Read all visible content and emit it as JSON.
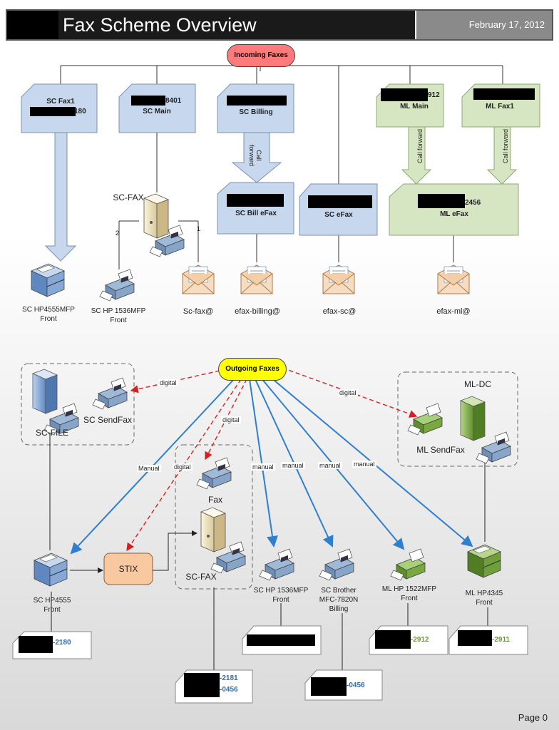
{
  "header": {
    "title": "Fax Scheme Overview",
    "date": "February 17, 2012"
  },
  "incoming": {
    "label": "Incoming Faxes",
    "numbers": [
      {
        "line1": "SC Fax1",
        "line2": "180"
      },
      {
        "line1": "8401",
        "line2": "SC Main"
      },
      {
        "line1": "",
        "line2": "SC Billing"
      },
      {
        "line1": "912",
        "line2": "ML Main"
      },
      {
        "line1": "",
        "line2": "ML Fax1"
      }
    ],
    "call_forward": "Call forward",
    "efax_boxes": [
      {
        "line1": "",
        "line2": "SC Bill eFax"
      },
      {
        "line1": "",
        "line2": "SC eFax"
      },
      {
        "line1": "2456",
        "line2": "ML eFax"
      }
    ],
    "server_label": "SC-FAX",
    "port1": "1",
    "port2": "2",
    "devices": [
      {
        "line1": "SC HP4555MFP",
        "line2": "Front"
      },
      {
        "line1": "SC HP 1536MFP",
        "line2": "Front"
      }
    ],
    "emails": [
      "Sc-fax@",
      "efax-billing@",
      "efax-sc@",
      "efax-ml@"
    ]
  },
  "outgoing": {
    "label": "Outgoing Faxes",
    "digital": "digital",
    "manual_cap": "Manual",
    "manual": "manual",
    "sc_file": "SC-FILE",
    "sc_sendfax": "SC SendFax",
    "ml_dc": "ML-DC",
    "ml_sendfax": "ML SendFax",
    "fax": "Fax",
    "sc_fax": "SC-FAX",
    "stix": "STIX",
    "devices": [
      {
        "line1": "SC HP4555",
        "line2": "Front",
        "line3": ""
      },
      {
        "line1": "SC HP 1536MFP",
        "line2": "Front",
        "line3": ""
      },
      {
        "line1": "SC Brother",
        "line2": "MFC-7820N",
        "line3": "Billing"
      },
      {
        "line1": "ML HP 1522MFP",
        "line2": "Front",
        "line3": ""
      },
      {
        "line1": "ML HP4345",
        "line2": "Front",
        "line3": ""
      }
    ],
    "number_cards": [
      {
        "a": "-2180",
        "b": ""
      },
      {
        "a": "-2181",
        "b": "-0456"
      },
      {
        "a": "",
        "b": ""
      },
      {
        "a": "-0456",
        "b": ""
      },
      {
        "a": "-2912",
        "b": ""
      },
      {
        "a": "-2911",
        "b": ""
      }
    ]
  },
  "colors": {
    "incoming_pill": "#ff7b7b",
    "outgoing_pill": "#ffff00",
    "sc_box": "#c6d7ee",
    "ml_box": "#d6e6c2",
    "digital": "#d42020",
    "manual": "#2e7fd0",
    "sc_num": "#2a6db5",
    "ml_num": "#6a9a2a",
    "stix": "#f8c8a0"
  },
  "footer": {
    "page": "Page 0"
  }
}
